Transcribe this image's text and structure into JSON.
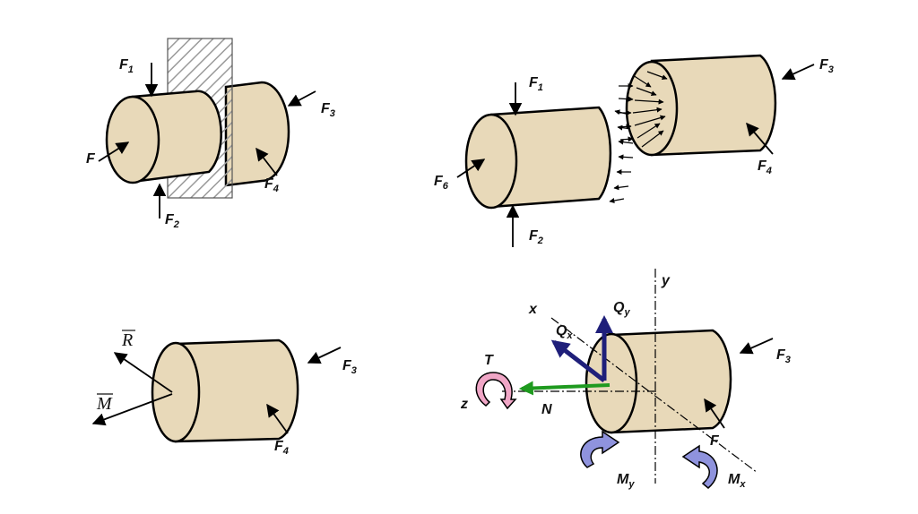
{
  "colors": {
    "body_fill": "#e8d9b9",
    "body_stroke": "#000000",
    "hatch": "#9a9a9a",
    "blue_arrow": "#1f1f7a",
    "green_arrow": "#1f9a1f",
    "pink_moment": "#f0a6c6",
    "violet_moment": "#8f93dd"
  },
  "panels": {
    "top_left": {
      "f1": "F",
      "f1_sub": "1",
      "f2": "F",
      "f2_sub": "2",
      "f3": "F",
      "f3_sub": "3",
      "f4": "F",
      "f4_sub": "4",
      "f": "F"
    },
    "top_right": {
      "f1": "F",
      "f1_sub": "1",
      "f2": "F",
      "f2_sub": "2",
      "f3": "F",
      "f3_sub": "3",
      "f4": "F",
      "f4_sub": "4",
      "f6": "F",
      "f6_sub": "6"
    },
    "bottom_left": {
      "r": "R",
      "m": "M",
      "f3": "F",
      "f3_sub": "3",
      "f4": "F",
      "f4_sub": "4"
    },
    "bottom_right": {
      "x": "x",
      "y": "y",
      "z": "z",
      "qx": "Q",
      "qx_sub": "x",
      "qy": "Q",
      "qy_sub": "y",
      "t": "T",
      "n": "N",
      "f": "F",
      "f3": "F",
      "f3_sub": "3",
      "my": "M",
      "my_sub": "y",
      "mx": "M",
      "mx_sub": "x"
    }
  }
}
